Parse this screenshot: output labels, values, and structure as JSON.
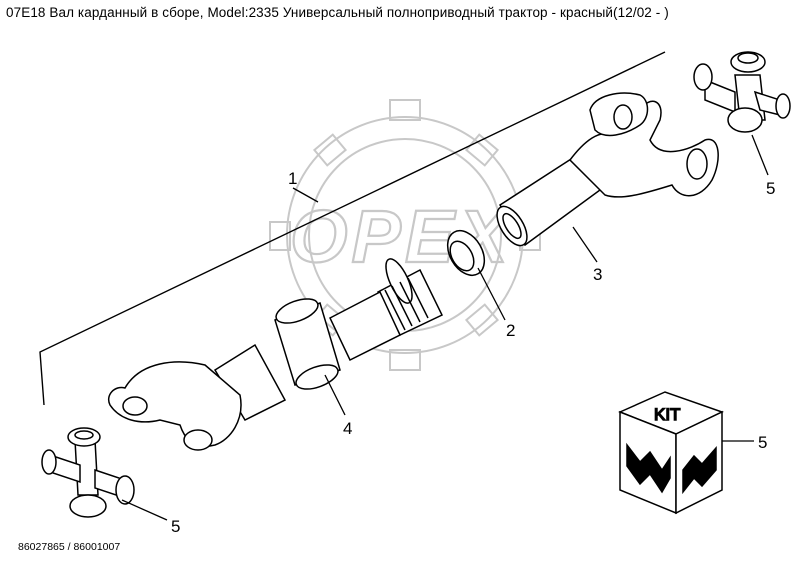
{
  "title": "07E18 Вал карданный в сборе, Model:2335 Универсальный полноприводный трактор - красный(12/02 - )",
  "footer": "86027865 / 86001007",
  "watermark": "OPEX",
  "kit_label": "KIT",
  "callouts": {
    "c1": "1",
    "c2": "2",
    "c3": "3",
    "c4": "4",
    "c5_top": "5",
    "c5_kit": "5",
    "c5_bottom": "5"
  }
}
